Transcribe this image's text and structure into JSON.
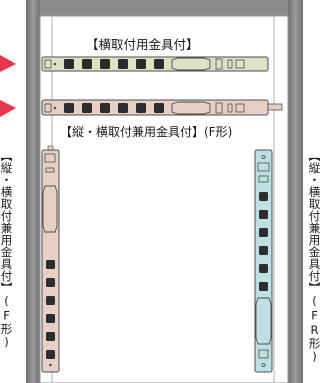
{
  "labels": {
    "horizontal_bracket": "【横取付用金具付】",
    "dual_bracket": "【縦・横取付兼用金具付】(F形)",
    "left_vertical": "【縦・横取付兼用金具付】(F形)",
    "right_vertical": "【縦・横取付兼用金具付】(FR形)"
  },
  "colors": {
    "rack_frame": "#8a8a8a",
    "arrow": "#e8374b",
    "strip_green": "#dbe3c7",
    "strip_pink": "#e6cfc4",
    "strip_blue": "#bfe0e3",
    "outlet_face": "#2d2d2d"
  },
  "strips": {
    "top_outlets": 6,
    "middle_outlets": 6,
    "left_outlets": 6,
    "right_outlets": 6
  }
}
